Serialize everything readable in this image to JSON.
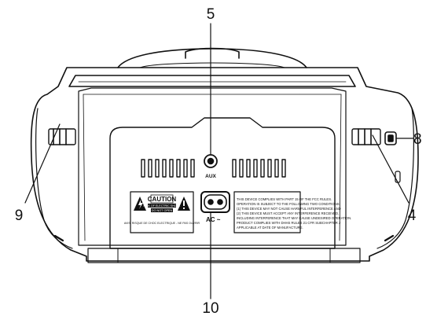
{
  "callouts": {
    "aux_jack": "5",
    "dc_socket": "8",
    "left_handle": "9",
    "right_handle": "4",
    "ac_socket": "10"
  },
  "labels": {
    "aux": "AUX",
    "ac": "AC ~"
  },
  "warning_label": {
    "title": "CAUTION",
    "line1": "RISK OF ELECTRIC SHOCK",
    "line2": "DO NOT OPEN",
    "french": "AVIS: RISQUE DE CHOC ELECTRIQUE - NE PAS OUVRIR"
  },
  "fcc_label": {
    "lines": [
      "THIS DEVICE COMPLIES WITH PART 15 OF THE FCC RULES.",
      "OPERATION IS SUBJECT TO THE FOLLOWING TWO CONDITIONS:",
      "(1) THIS DEVICE MAY NOT CAUSE HARMFUL INTERFERENCE AND",
      "(2) THIS DEVICE MUST ACCEPT ANY INTERFERENCE RECEIVED,",
      "INCLUDING INTERFERENCE THAT MAY CAUSE UNDESIRED OPERATION.",
      "PRODUCT COMPLIES WITH DHHS RULES 21 CFR SUBCHAPTER J",
      "APPLICABLE AT DATE OF MANUFACTURE."
    ]
  }
}
